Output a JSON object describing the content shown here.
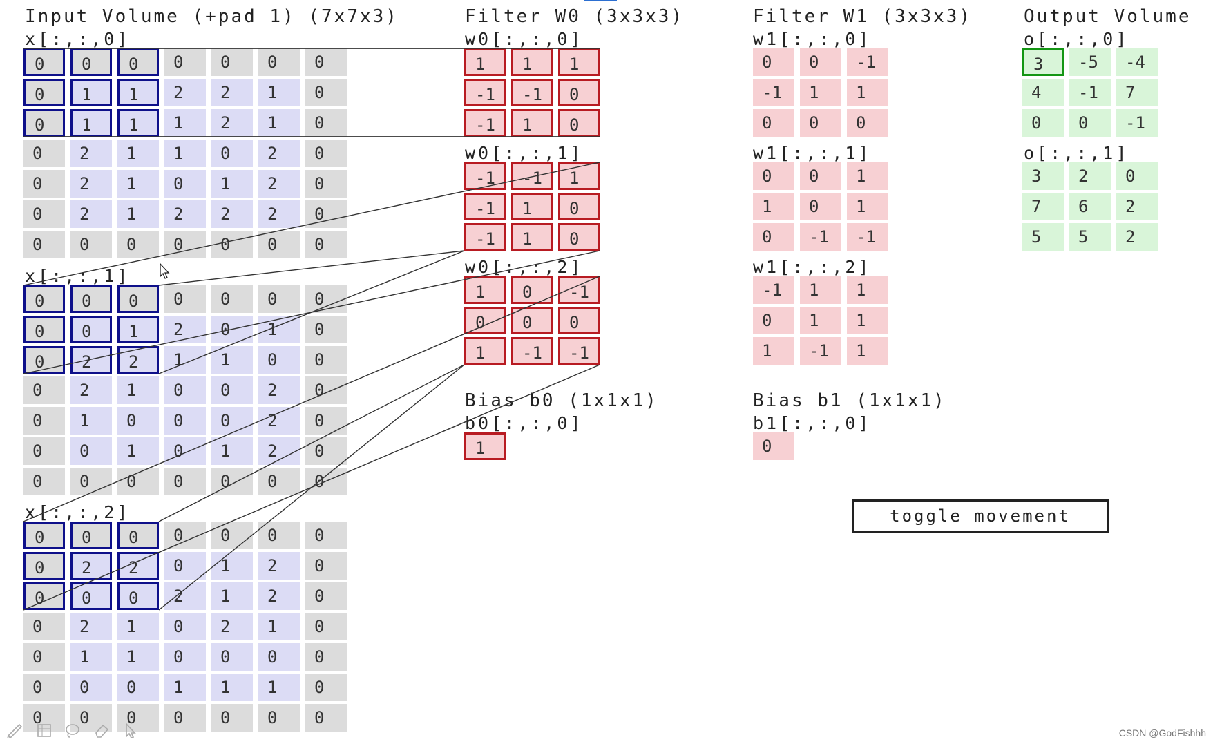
{
  "headers": {
    "input": "Input Volume (+pad 1) (7x7x3)",
    "filter_w0": "Filter W0 (3x3x3)",
    "filter_w1": "Filter W1 (3x3x3)",
    "output": "Output Volume"
  },
  "input": {
    "slices": [
      {
        "label": "x[:,:,0]",
        "rows": [
          [
            "0",
            "0",
            "0",
            "0",
            "0",
            "0",
            "0"
          ],
          [
            "0",
            "1",
            "1",
            "2",
            "2",
            "1",
            "0"
          ],
          [
            "0",
            "1",
            "1",
            "1",
            "2",
            "1",
            "0"
          ],
          [
            "0",
            "2",
            "1",
            "1",
            "0",
            "2",
            "0"
          ],
          [
            "0",
            "2",
            "1",
            "0",
            "1",
            "2",
            "0"
          ],
          [
            "0",
            "2",
            "1",
            "2",
            "2",
            "2",
            "0"
          ],
          [
            "0",
            "0",
            "0",
            "0",
            "0",
            "0",
            "0"
          ]
        ]
      },
      {
        "label": "x[:,:,1]",
        "rows": [
          [
            "0",
            "0",
            "0",
            "0",
            "0",
            "0",
            "0"
          ],
          [
            "0",
            "0",
            "1",
            "2",
            "0",
            "1",
            "0"
          ],
          [
            "0",
            "2",
            "2",
            "1",
            "1",
            "0",
            "0"
          ],
          [
            "0",
            "2",
            "1",
            "0",
            "0",
            "2",
            "0"
          ],
          [
            "0",
            "1",
            "0",
            "0",
            "0",
            "2",
            "0"
          ],
          [
            "0",
            "0",
            "1",
            "0",
            "1",
            "2",
            "0"
          ],
          [
            "0",
            "0",
            "0",
            "0",
            "0",
            "0",
            "0"
          ]
        ]
      },
      {
        "label": "x[:,:,2]",
        "rows": [
          [
            "0",
            "0",
            "0",
            "0",
            "0",
            "0",
            "0"
          ],
          [
            "0",
            "2",
            "2",
            "0",
            "1",
            "2",
            "0"
          ],
          [
            "0",
            "0",
            "0",
            "2",
            "1",
            "2",
            "0"
          ],
          [
            "0",
            "2",
            "1",
            "0",
            "2",
            "1",
            "0"
          ],
          [
            "0",
            "1",
            "1",
            "0",
            "0",
            "0",
            "0"
          ],
          [
            "0",
            "0",
            "0",
            "1",
            "1",
            "1",
            "0"
          ],
          [
            "0",
            "0",
            "0",
            "0",
            "0",
            "0",
            "0"
          ]
        ]
      }
    ]
  },
  "w0": {
    "slices": [
      {
        "label": "w0[:,:,0]",
        "rows": [
          [
            "1",
            "1",
            "1"
          ],
          [
            "-1",
            "-1",
            "0"
          ],
          [
            "-1",
            "1",
            "0"
          ]
        ]
      },
      {
        "label": "w0[:,:,1]",
        "rows": [
          [
            "-1",
            "-1",
            "1"
          ],
          [
            "-1",
            "1",
            "0"
          ],
          [
            "-1",
            "1",
            "0"
          ]
        ]
      },
      {
        "label": "w0[:,:,2]",
        "rows": [
          [
            "1",
            "0",
            "-1"
          ],
          [
            "0",
            "0",
            "0"
          ],
          [
            "1",
            "-1",
            "-1"
          ]
        ]
      }
    ],
    "bias_header": "Bias b0 (1x1x1)",
    "bias_label": "b0[:,:,0]",
    "bias_value": "1"
  },
  "w1": {
    "slices": [
      {
        "label": "w1[:,:,0]",
        "rows": [
          [
            "0",
            "0",
            "-1"
          ],
          [
            "-1",
            "1",
            "1"
          ],
          [
            "0",
            "0",
            "0"
          ]
        ]
      },
      {
        "label": "w1[:,:,1]",
        "rows": [
          [
            "0",
            "0",
            "1"
          ],
          [
            "1",
            "0",
            "1"
          ],
          [
            "0",
            "-1",
            "-1"
          ]
        ]
      },
      {
        "label": "w1[:,:,2]",
        "rows": [
          [
            "-1",
            "1",
            "1"
          ],
          [
            "0",
            "1",
            "1"
          ],
          [
            "1",
            "-1",
            "1"
          ]
        ]
      }
    ],
    "bias_header": "Bias b1 (1x1x1)",
    "bias_label": "b1[:,:,0]",
    "bias_value": "0"
  },
  "output": {
    "slices": [
      {
        "label": "o[:,:,0]",
        "rows": [
          [
            "3",
            "-5",
            "-4"
          ],
          [
            "4",
            "-1",
            "7"
          ],
          [
            "0",
            "0",
            "-1"
          ]
        ]
      },
      {
        "label": "o[:,:,1]",
        "rows": [
          [
            "3",
            "2",
            "0"
          ],
          [
            "7",
            "6",
            "2"
          ],
          [
            "5",
            "5",
            "2"
          ]
        ]
      }
    ]
  },
  "highlight": {
    "row": 0,
    "col": 0,
    "output_depth": 0
  },
  "controls": {
    "toggle_label": "toggle movement"
  },
  "watermark": "CSDN @GodFishhh",
  "colors": {
    "pad": "#dcdcdc",
    "inner": "#dcdcf5",
    "filter": "#f7d0d3",
    "output": "#d9f5d9",
    "window_border": "#0e108a",
    "filter_border": "#b81b22",
    "output_border": "#149614"
  },
  "icons": [
    "pen-icon",
    "sheet-icon",
    "lasso-icon",
    "eraser-icon",
    "pointer-icon"
  ]
}
